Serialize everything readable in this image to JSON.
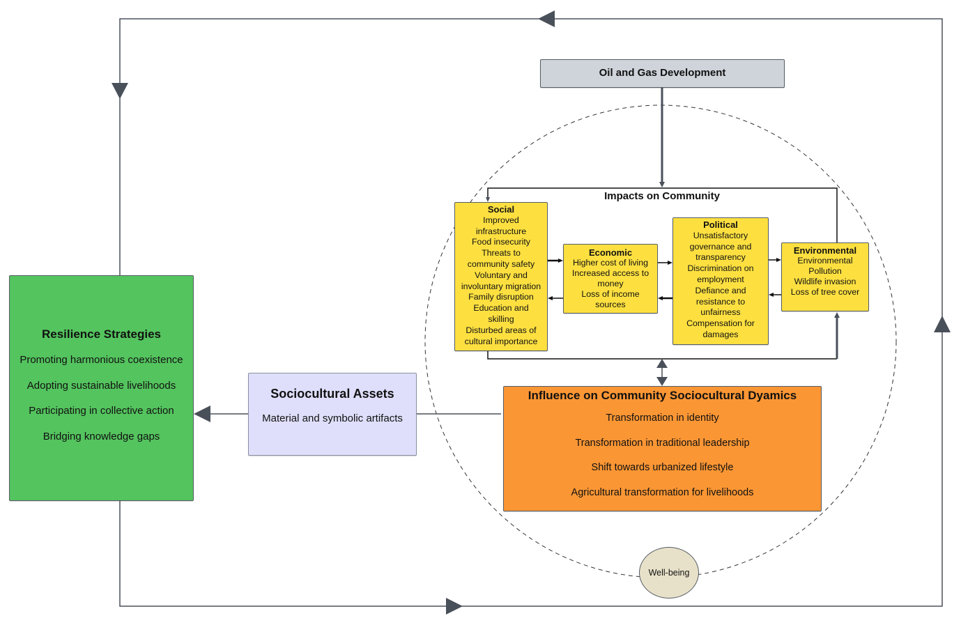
{
  "diagram": {
    "oil_gas": {
      "label": "Oil and Gas Development"
    },
    "impacts": {
      "title": "Impacts on Community",
      "social": {
        "title": "Social",
        "lines": [
          "Improved",
          "infrastructure",
          "Food insecurity",
          "Threats to",
          "community safety",
          "Voluntary and",
          "involuntary migration",
          "Family disruption",
          "Education and",
          "skilling",
          "Disturbed areas of",
          "cultural importance"
        ]
      },
      "economic": {
        "title": "Economic",
        "lines": [
          "Higher cost of living",
          "Increased access to",
          "money",
          "Loss of income",
          "sources"
        ]
      },
      "political": {
        "title": "Political",
        "lines": [
          "Unsatisfactory",
          "governance and",
          "transparency",
          "Discrimination on",
          "employment",
          "Defiance and",
          "resistance to",
          "unfairness",
          "Compensation for",
          "damages"
        ]
      },
      "environmental": {
        "title": "Environmental",
        "lines": [
          "Environmental",
          "Pollution",
          "Wildlife invasion",
          "Loss of tree cover"
        ]
      }
    },
    "influence": {
      "title": "Influence on Community Sociocultural Dyamics",
      "items": [
        "Transformation in identity",
        "Transformation in traditional leadership",
        "Shift towards urbanized lifestyle",
        "Agricultural transformation for livelihoods"
      ]
    },
    "assets": {
      "title": "Sociocultural Assets",
      "items": [
        "Material and symbolic artifacts"
      ]
    },
    "resilience": {
      "title": "Resilience Strategies",
      "items": [
        "Promoting harmonious coexistence",
        "Adopting sustainable livelihoods",
        "Participating in collective action",
        "Bridging knowledge gaps"
      ]
    },
    "wellbeing": {
      "label": "Well-being"
    },
    "colors": {
      "oil_gas": "#cfd4db",
      "impact_boxes": "#fde040",
      "influence": "#fb9634",
      "assets": "#dfdffb",
      "resilience": "#54c45e",
      "wellbeing": "#e8e1c9",
      "connector": "#4a505a"
    }
  }
}
